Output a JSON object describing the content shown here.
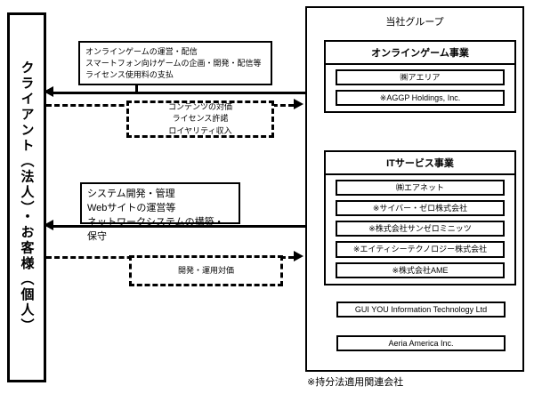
{
  "diagram": {
    "client": {
      "label": "クライアント（法人）・お客様（個人）"
    },
    "flows": {
      "top_service_box": "オンラインゲームの運営・配信\nスマートフォン向けゲームの企画・開発・配信等\nライセンス使用料の支払",
      "top_return_box": "コンテンツの対価\nライセンス許諾\nロイヤリティ収入",
      "bottom_service_box": "システム開発・管理\nWebサイトの運営等\nネットワークシステムの構築・保守",
      "bottom_return_box": "開発・運用対価"
    },
    "group": {
      "title": "当社グループ",
      "segments": [
        {
          "name": "オンラインゲーム事業",
          "companies": [
            "㈱アエリア",
            "※AGGP Holdings, Inc."
          ]
        },
        {
          "name": "ITサービス事業",
          "companies": [
            "㈱エアネット",
            "※サイバー・ゼロ株式会社",
            "※株式会社サンゼロミニッツ",
            "※エイティシーテクノロジー株式会社",
            "※株式会社AME"
          ]
        }
      ],
      "standalone_companies": [
        "GUI YOU Information Technology Ltd",
        "Aeria America Inc."
      ]
    },
    "footnote": "※持分法適用関連会社"
  }
}
